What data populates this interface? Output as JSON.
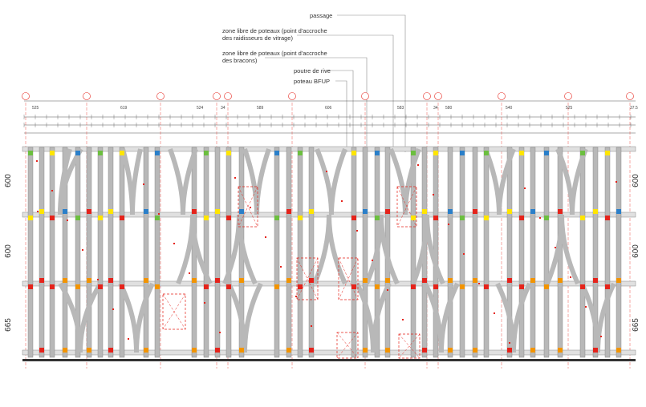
{
  "callouts": {
    "passage": "passage",
    "zone_glazing_1": "zone libre de poteaux (point d'accroche",
    "zone_glazing_2": "des raidisseurs de vitrage)",
    "zone_bracing_1": "zone libre de poteaux (point d'accroche",
    "zone_bracing_2": "des bracons)",
    "edge_beam": "poutre de rive",
    "bfup_post": "poteau BFUP"
  },
  "level_heights": [
    "600",
    "600",
    "665"
  ],
  "top_dimensions": [
    "525",
    "619",
    "524",
    "34",
    "589",
    "606",
    "583",
    "34",
    "580",
    "540",
    "525",
    "37.5"
  ],
  "colors": {
    "red": "#e5231b",
    "orange": "#f29400",
    "yellow": "#ffe500",
    "blue": "#2a7fc9",
    "green": "#6cbf3f",
    "grey": "#b8b8b8"
  }
}
